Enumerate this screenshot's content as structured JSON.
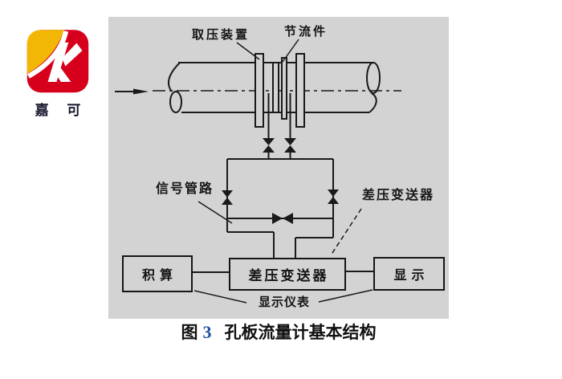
{
  "logo": {
    "brand_text": "嘉 可",
    "k_letter": "K",
    "colors": {
      "red": "#d6001c",
      "yellow": "#f2b705",
      "text": "#15152c"
    }
  },
  "diagram": {
    "panel_bg": "#d3d3d3",
    "line_color": "#1a1a1a",
    "labels": {
      "pressure_tap_device": "取压装置",
      "throttling_element": "节流件",
      "signal_piping": "信号管路",
      "dp_transmitter": "差压变送器",
      "display_instruments": "显示仪表"
    },
    "boxes": {
      "integrator": "积算",
      "dp_transmitter": "差压变送器",
      "display": "显示"
    }
  },
  "caption": {
    "fig_label": "图",
    "fig_number": "3",
    "number_color": "#1f4ea1",
    "title": "孔板流量计基本结构"
  }
}
